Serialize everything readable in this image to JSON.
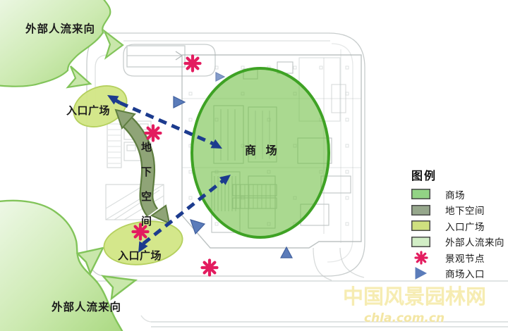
{
  "map": {
    "labels": {
      "flow_top": "外部人流来向",
      "flow_bottom": "外部人流来向",
      "entry_plaza_upper": "入口广场",
      "entry_plaza_lower": "入口广场",
      "mall": "商 场",
      "underground": "地下空间"
    }
  },
  "legend": {
    "title": "图例",
    "items": [
      {
        "label": "商场",
        "type": "swatch",
        "color": "#92d385"
      },
      {
        "label": "地下空间",
        "type": "swatch",
        "color": "#96a78c"
      },
      {
        "label": "入口广场",
        "type": "swatch",
        "color": "#cfe07f"
      },
      {
        "label": "外部人流来向",
        "type": "swatch",
        "color": "#d2eec6"
      },
      {
        "label": "景观节点",
        "type": "asterisk",
        "color": "#e31c5f"
      },
      {
        "label": "商场入口",
        "type": "triangle",
        "color": "#5b7cba"
      }
    ]
  },
  "watermark": {
    "site_name": "中国风景园林网",
    "site_url": "chla.com.cn"
  },
  "colors": {
    "mall_fill": "#6dbd3f",
    "mall_border": "#3ea224",
    "plaza_fill": "#d2e685",
    "plaza_border": "#b5d05e",
    "flow_fill_light": "#f0f9ea",
    "flow_fill_mid": "#cdeab2",
    "flow_fill_dark": "#a8d87e",
    "flow_head_fill": "#c9e7ab",
    "flow_border": "#82c45a",
    "underground_fill": "#8fa477",
    "underground_border": "#5e7d40",
    "flow_arrow": "#1c3b8e",
    "node": "#e31c5f",
    "entrance": "#5b7cba",
    "entrance_border": "#41609e",
    "road_line": "#c7cccc",
    "building_line": "#a8b0b0"
  }
}
